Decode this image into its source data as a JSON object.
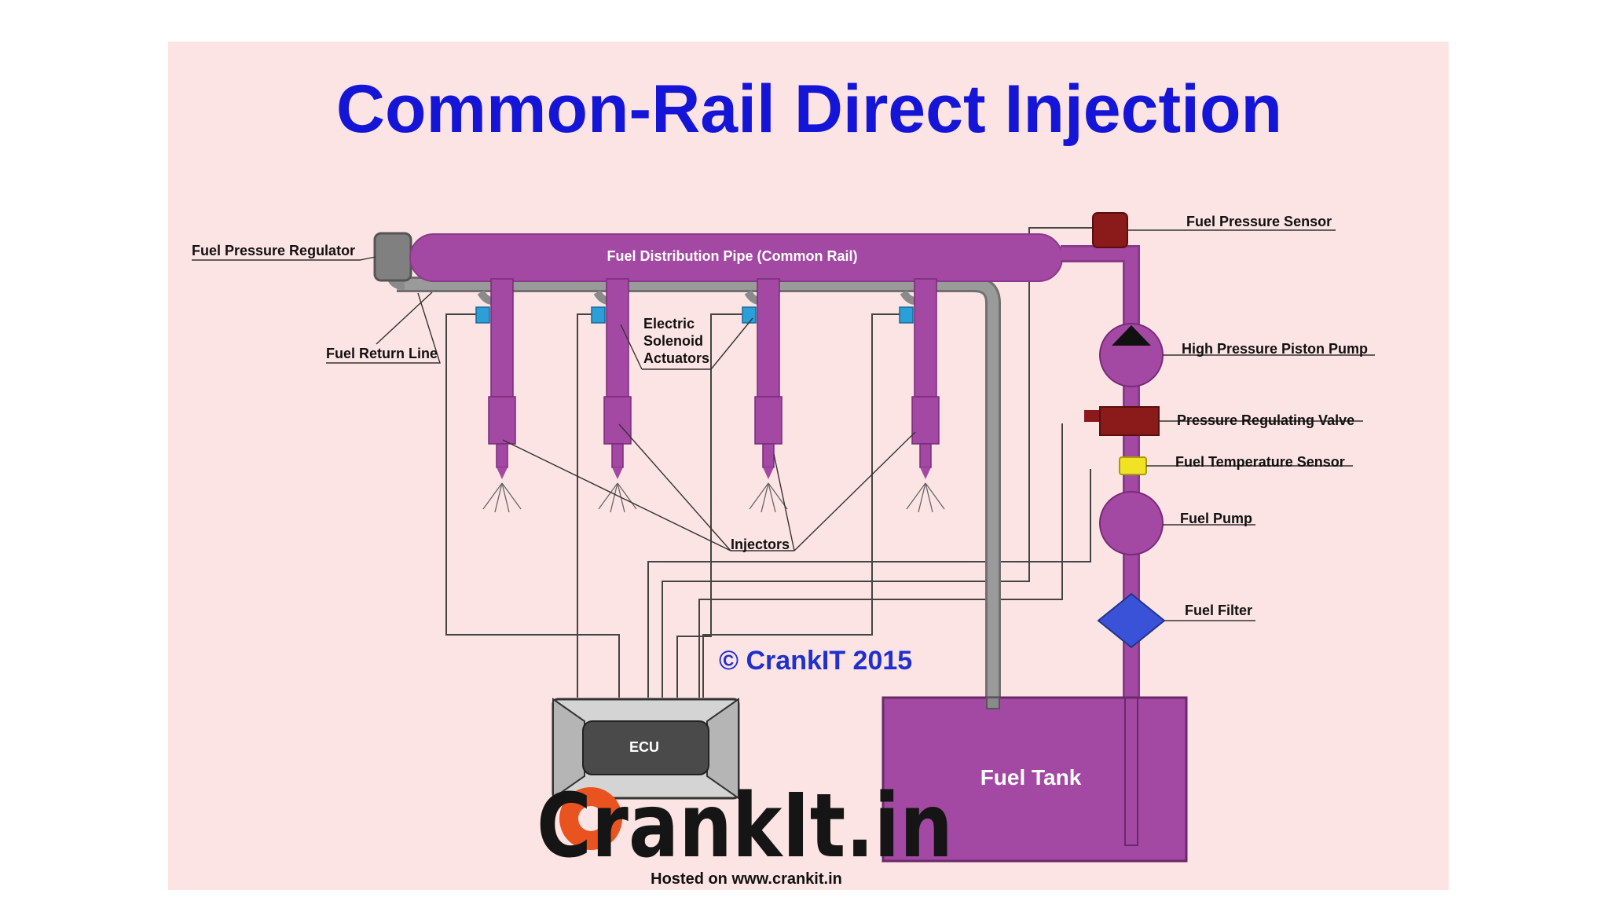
{
  "title": "Common-Rail Direct Injection",
  "labels": {
    "fuel_pressure_regulator": "Fuel Pressure Regulator",
    "fuel_distribution_pipe": "Fuel Distribution Pipe (Common Rail)",
    "fuel_return_line": "Fuel Return Line",
    "electric_solenoid_actuators": [
      "Electric",
      "Solenoid",
      "Actuators"
    ],
    "fuel_pressure_sensor": "Fuel Pressure Sensor",
    "high_pressure_piston_pump": "High Pressure Piston Pump",
    "pressure_regulating_valve": "Pressure Regulating Valve",
    "fuel_temperature_sensor": "Fuel Temperature Sensor",
    "fuel_pump": "Fuel Pump",
    "fuel_filter": "Fuel Filter",
    "injectors": "Injectors",
    "ecu": "ECU",
    "fuel_tank": "Fuel Tank"
  },
  "copyright": "© CrankIT 2015",
  "logo_text": "CrankIt.in",
  "hosted": "Hosted on www.crankit.in",
  "colors": {
    "background": "#fde4e4",
    "title": "#1515d8",
    "fuel_components": "#a349a4",
    "return_line": "#8a8a8a",
    "sensor_dark_red": "#8b1a1a",
    "solenoid_blue": "#2a9fd8",
    "temperature_sensor": "#f2e224",
    "fuel_filter": "#3a52d8",
    "ecu": "#4a4a4a"
  },
  "icons": [
    "injector-spray-icon",
    "pump-triangle-icon",
    "gear-logo-icon"
  ]
}
